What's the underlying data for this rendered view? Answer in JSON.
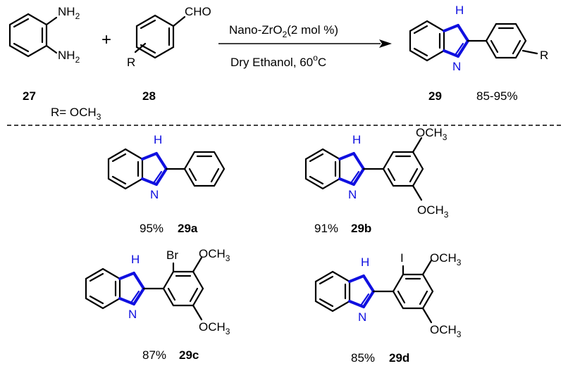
{
  "reaction": {
    "catalyst": "Nano-ZrO2(2 mol %)",
    "catalyst_parts": [
      "Nano-ZrO",
      "2",
      "(2 mol %)"
    ],
    "conditions": "Dry Ethanol, 60oC",
    "conditions_parts": [
      "Dry Ethanol, 60",
      "o",
      "C"
    ],
    "substituent_note": "R= OCH3",
    "substituent_parts": [
      "R= OCH",
      "3"
    ],
    "yield_range": "85-95%"
  },
  "reactants": {
    "diamine": {
      "number": "27",
      "group_label": "NH",
      "group_sub": "2"
    },
    "aldehyde": {
      "number": "28",
      "group": "CHO",
      "r_label": "R"
    }
  },
  "product": {
    "number": "29",
    "nh_label": "H",
    "n_label": "N",
    "r_label": "R"
  },
  "derivatives": [
    {
      "id": "29a",
      "yield": "95%"
    },
    {
      "id": "29b",
      "yield": "91%",
      "sub_group": "OCH",
      "sub_digit": "3"
    },
    {
      "id": "29c",
      "yield": "87%",
      "halogen": "Br",
      "sub_group": "OCH",
      "sub_digit": "3"
    },
    {
      "id": "29d",
      "yield": "85%",
      "halogen": "I",
      "sub_group": "OCH",
      "sub_digit": "3"
    }
  ],
  "plus_sign": "+"
}
